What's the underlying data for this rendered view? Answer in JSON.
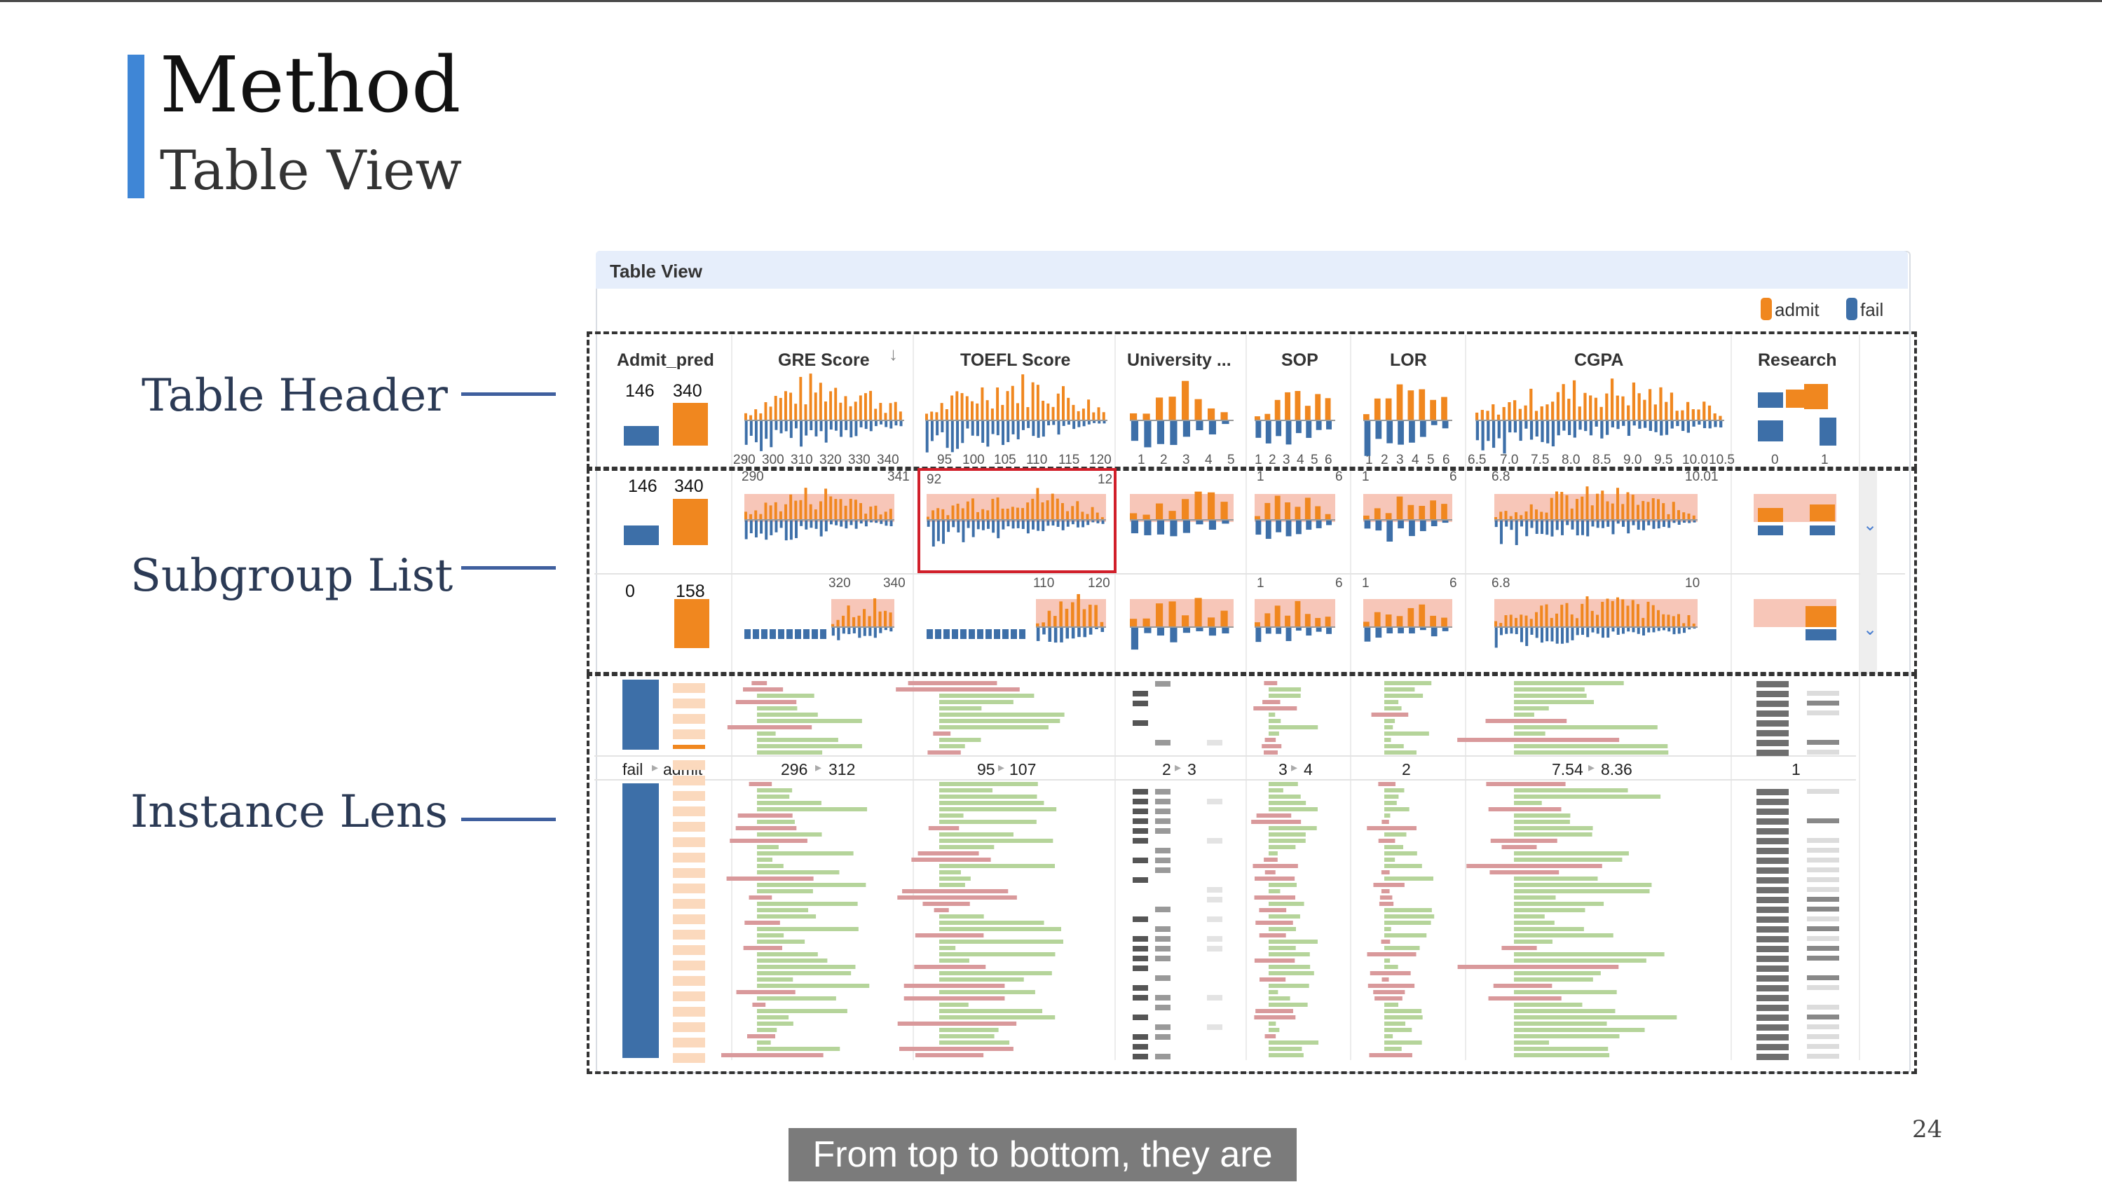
{
  "slide": {
    "title": "Method",
    "subtitle": "Table View",
    "labels": {
      "header": "Table Header",
      "subgroups": "Subgroup List",
      "instances": "Instance Lens"
    },
    "page_number": "24",
    "caption": "From top to bottom, they are"
  },
  "panel": {
    "title": "Table View",
    "legend": [
      {
        "label": "admit",
        "color": "#f0871f"
      },
      {
        "label": "fail",
        "color": "#3d6fa8"
      }
    ],
    "columns": [
      "Admit_pred",
      "GRE Score",
      "TOEFL Score",
      "University ...",
      "SOP",
      "LOR",
      "CGPA",
      "Research"
    ],
    "header_row": {
      "fail_count": "146",
      "admit_count": "340",
      "gre_ticks": [
        "290",
        "300",
        "310",
        "320",
        "330",
        "340"
      ],
      "toefl_ticks": [
        "95",
        "100",
        "105",
        "110",
        "115",
        "120"
      ],
      "univ_ticks": [
        "1",
        "2",
        "3",
        "4",
        "5"
      ],
      "sop_ticks": [
        "1",
        "2",
        "3",
        "4",
        "5",
        "6"
      ],
      "lor_ticks": [
        "1",
        "2",
        "3",
        "4",
        "5",
        "6"
      ],
      "cgpa_ticks": [
        "6.5",
        "7.0",
        "7.5",
        "8.0",
        "8.5",
        "9.0",
        "9.5",
        "10.0",
        "10.5"
      ],
      "research_ticks": [
        "0",
        "1"
      ]
    },
    "subgroup_1": {
      "fail_count": "146",
      "admit_count": "340",
      "gre_min": "290",
      "gre_max": "341",
      "toefl_min": "92",
      "toefl_max": "12",
      "sop_min": "1",
      "sop_max": "6",
      "lor_min": "1",
      "lor_max": "6",
      "cgpa_min": "6.8",
      "cgpa_max": "10.01"
    },
    "subgroup_2": {
      "fail_count": "0",
      "admit_count": "158",
      "gre_min": "320",
      "gre_max": "340",
      "toefl_min": "110",
      "toefl_max": "120",
      "sop_min": "1",
      "sop_max": "6",
      "lor_min": "1",
      "lor_max": "6",
      "cgpa_min": "6.8",
      "cgpa_max": "10"
    },
    "instance_divider": {
      "pred_from": "fail",
      "pred_to": "admit",
      "gre_from": "296",
      "gre_to": "312",
      "toefl_from": "95",
      "toefl_to": "107",
      "univ_from": "2",
      "univ_to": "3",
      "sop_from": "3",
      "sop_to": "4",
      "lor": "2",
      "cgpa_from": "7.54",
      "cgpa_to": "8.36",
      "research": "1"
    },
    "colors": {
      "admit": "#f0871f",
      "fail": "#3d6fa8",
      "range": "#f7c6b8",
      "positive": "#b5d49a",
      "negative": "#d9999b",
      "highlight": "#d11f2a"
    }
  }
}
